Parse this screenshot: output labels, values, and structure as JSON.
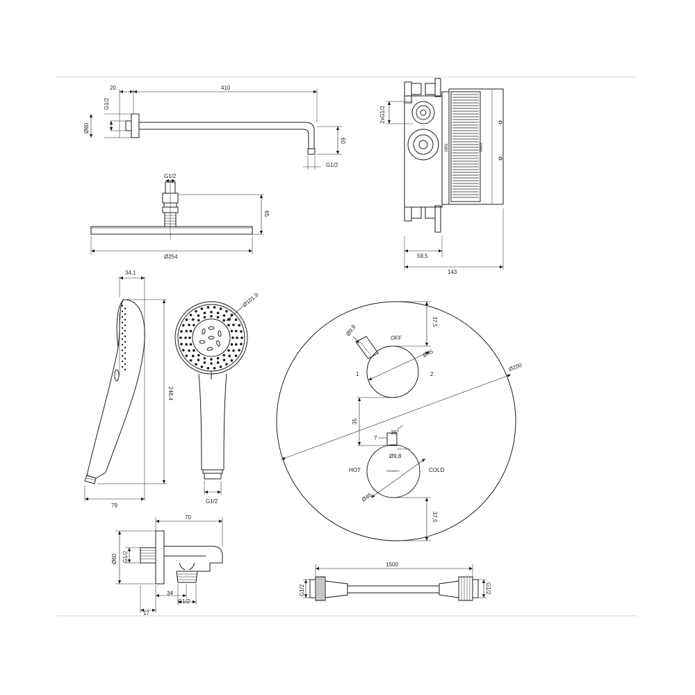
{
  "labels": {
    "arm_20": "20",
    "arm_410": "410",
    "arm_g12_left": "G1/2",
    "arm_d60": "Ø60",
    "arm_60": "60",
    "arm_g12_right": "G1/2",
    "head_g12": "G1/2",
    "head_65": "65",
    "head_d254": "Ø254",
    "valve_2g12": "2xG1/2",
    "valve_min": "MIN",
    "valve_max": "MAX",
    "valve_59_5": "59,5",
    "valve_143": "143",
    "hand_34_1": "34,1",
    "hand_248_4": "248,4",
    "hand_79": "79",
    "hand_d101_9": "Ø101,9",
    "hand_g12": "G1/2",
    "plate_d9_8_top": "Ø9,8",
    "plate_off": "OFF",
    "plate_37_5_top": "37,5",
    "plate_d45_top": "Ø45",
    "plate_d200": "Ø200",
    "plate_1": "1",
    "plate_2": "2",
    "plate_35": "35",
    "plate_7": "7",
    "plate_36": "36°",
    "plate_d9_8_bottom": "Ø9,8",
    "plate_hot": "HOT",
    "plate_cold": "COLD",
    "plate_brand": "OMNIRES",
    "plate_d45_bottom": "Ø45",
    "plate_37_5_bottom": "37,5",
    "elbow_70": "70",
    "elbow_d60": "Ø60",
    "elbow_g12_left": "G1/2",
    "elbow_34": "34",
    "elbow_g12_bottom": "G1/2",
    "elbow_17": "17",
    "hose_1500": "1500",
    "hose_g12_left": "G1/2",
    "hose_g12_right": "G1/2"
  }
}
